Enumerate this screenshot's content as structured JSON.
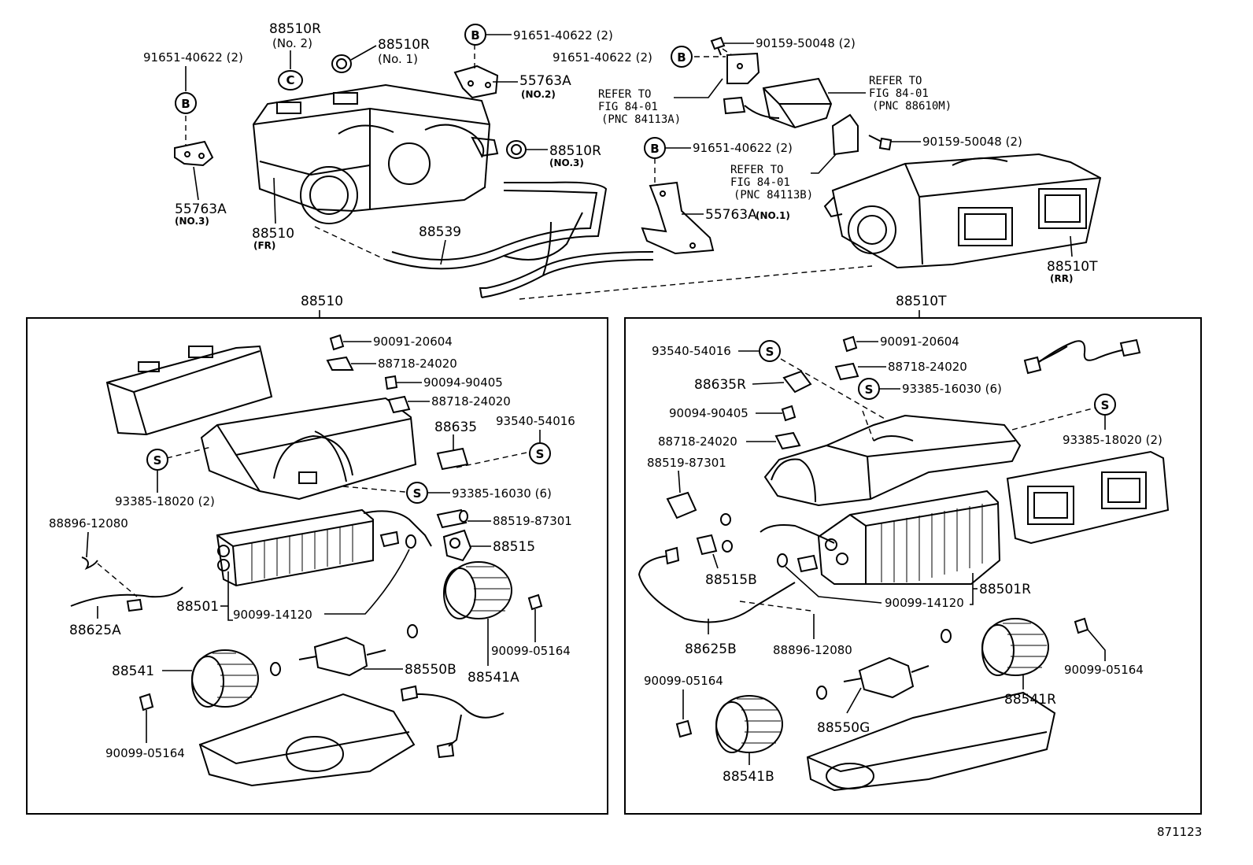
{
  "figure_id": "871123",
  "circle_symbols": {
    "b": "B",
    "s": "S",
    "c": "C"
  },
  "top": {
    "p91651_left": "91651-40622 (2)",
    "p55763a_no3": "55763A",
    "p55763a_no3_sub": "(NO.3)",
    "p88510r_no2": "88510R",
    "p88510r_no2_sub": "(No. 2)",
    "p88510r_no1": "88510R",
    "p88510r_no1_sub": "(No. 1)",
    "p88510_fr": "88510",
    "p88510_fr_sub": "(FR)",
    "p88539": "88539",
    "p91651_mid": "91651-40622 (2)",
    "p55763a_no2": "55763A",
    "p55763a_no2_sub": "(NO.2)",
    "p88510r_no3": "88510R",
    "p88510r_no3_sub": "(NO.3)",
    "p91651_tr": "91651-40622 (2)",
    "p90159_top": "90159-50048 (2)",
    "refer1_a": "REFER TO",
    "refer1_b": "FIG 84-01",
    "refer1_c": "(PNC 84113A)",
    "refer2_a": "REFER TO",
    "refer2_b": "FIG 84-01",
    "refer2_c": "(PNC 88610M)",
    "p90159_mid": "90159-50048 (2)",
    "refer3_a": "REFER TO",
    "refer3_b": "FIG 84-01",
    "refer3_c": "(PNC 84113B)",
    "p91651_bracket": "91651-40622 (2)",
    "p55763a_no1": "55763A",
    "p55763a_no1_sub": "(NO.1)",
    "p88510t_rr": "88510T",
    "p88510t_rr_sub": "(RR)"
  },
  "left_box": {
    "title": "88510",
    "p90091": "90091-20604",
    "p88718_a": "88718-24020",
    "p90094": "90094-90405",
    "p88718_b": "88718-24020",
    "p88635": "88635",
    "p93540": "93540-54016",
    "p93385_a": "93385-18020 (2)",
    "p93385_b": "93385-16030 (6)",
    "p88896": "88896-12080",
    "p88519": "88519-87301",
    "p88515": "88515",
    "p88501": "88501",
    "p90099_14120": "90099-14120",
    "p88625a": "88625A",
    "p90099_05164_r": "90099-05164",
    "p88541": "88541",
    "p88550b": "88550B",
    "p88541a": "88541A",
    "p90099_05164_l": "90099-05164"
  },
  "right_box": {
    "title": "88510T",
    "p93540": "93540-54016",
    "p90091": "90091-20604",
    "p88718_a": "88718-24020",
    "p88635r": "88635R",
    "p93385_16030": "93385-16030 (6)",
    "p90094": "90094-90405",
    "p93385_18020": "93385-18020 (2)",
    "p88718_b": "88718-24020",
    "p88519": "88519-87301",
    "p88515b": "88515B",
    "p88501r": "88501R",
    "p90099_14120": "90099-14120",
    "p88625b": "88625B",
    "p88896": "88896-12080",
    "p90099_05164_l": "90099-05164",
    "p90099_05164_r": "90099-05164",
    "p88541r": "88541R",
    "p88550g": "88550G",
    "p88541b": "88541B"
  }
}
